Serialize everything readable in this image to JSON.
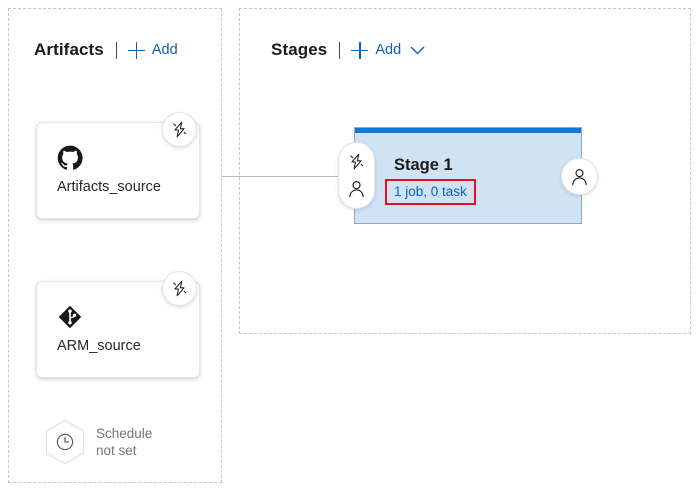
{
  "panels": {
    "artifacts": {
      "title": "Artifacts",
      "add_label": "Add",
      "plus_icon": "plus-icon"
    },
    "stages": {
      "title": "Stages",
      "add_label": "Add",
      "plus_icon": "plus-icon",
      "chevron": "⌄",
      "chevron_icon": "chevron-down-icon"
    }
  },
  "artifacts": [
    {
      "label": "Artifacts_source",
      "icon": "github-icon",
      "badge_icon": "lightning-bolt-icon"
    },
    {
      "label": "ARM_source",
      "icon": "azure-repos-icon",
      "badge_icon": "lightning-bolt-icon"
    }
  ],
  "schedule": {
    "icon": "clock-icon",
    "line1": "Schedule",
    "line2": "not set"
  },
  "stage": {
    "title": "Stage 1",
    "meta": "1 job, 0 task",
    "pre_deployment": {
      "trigger_icon": "lightning-bolt-icon",
      "approval_icon": "person-icon"
    },
    "post_deployment": {
      "approval_icon": "person-icon"
    }
  },
  "colors": {
    "accent_blue": "#0d7bd4",
    "link_blue": "#0f62b0",
    "stage_fill": "#cfe3f5",
    "highlight_red": "#e81123",
    "panel_dash": "#c6c6c6",
    "muted_text": "#767676"
  }
}
